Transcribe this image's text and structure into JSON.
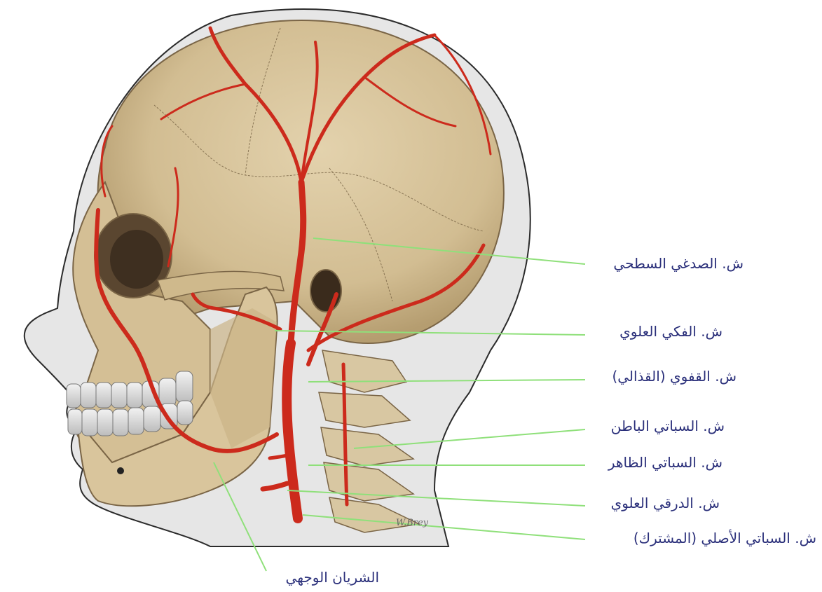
{
  "labels": {
    "superficial_temporal": "ش. الصدغي السطحي",
    "maxillary": "ش. الفكي العلوي",
    "occipital": "ش. القفوي (القذالي)",
    "internal_carotid": "ش. السباتي الباطن",
    "external_carotid": "ش. السباتي الظاهر",
    "superior_thyroid": "ش. الدرقي العلوي",
    "common_carotid": "ش. السباتي الأصلي (المشترك)",
    "facial_artery": "الشريان الوجهي"
  },
  "artist_signature": "W.Brey",
  "colors": {
    "label_text": "#2a2f7a",
    "leader_line": "#8fe07a",
    "artery": "#cc2a1c",
    "bone": "#d6c29a",
    "head_outline": "#2b2b2b",
    "head_fill": "#e6e6e6"
  }
}
